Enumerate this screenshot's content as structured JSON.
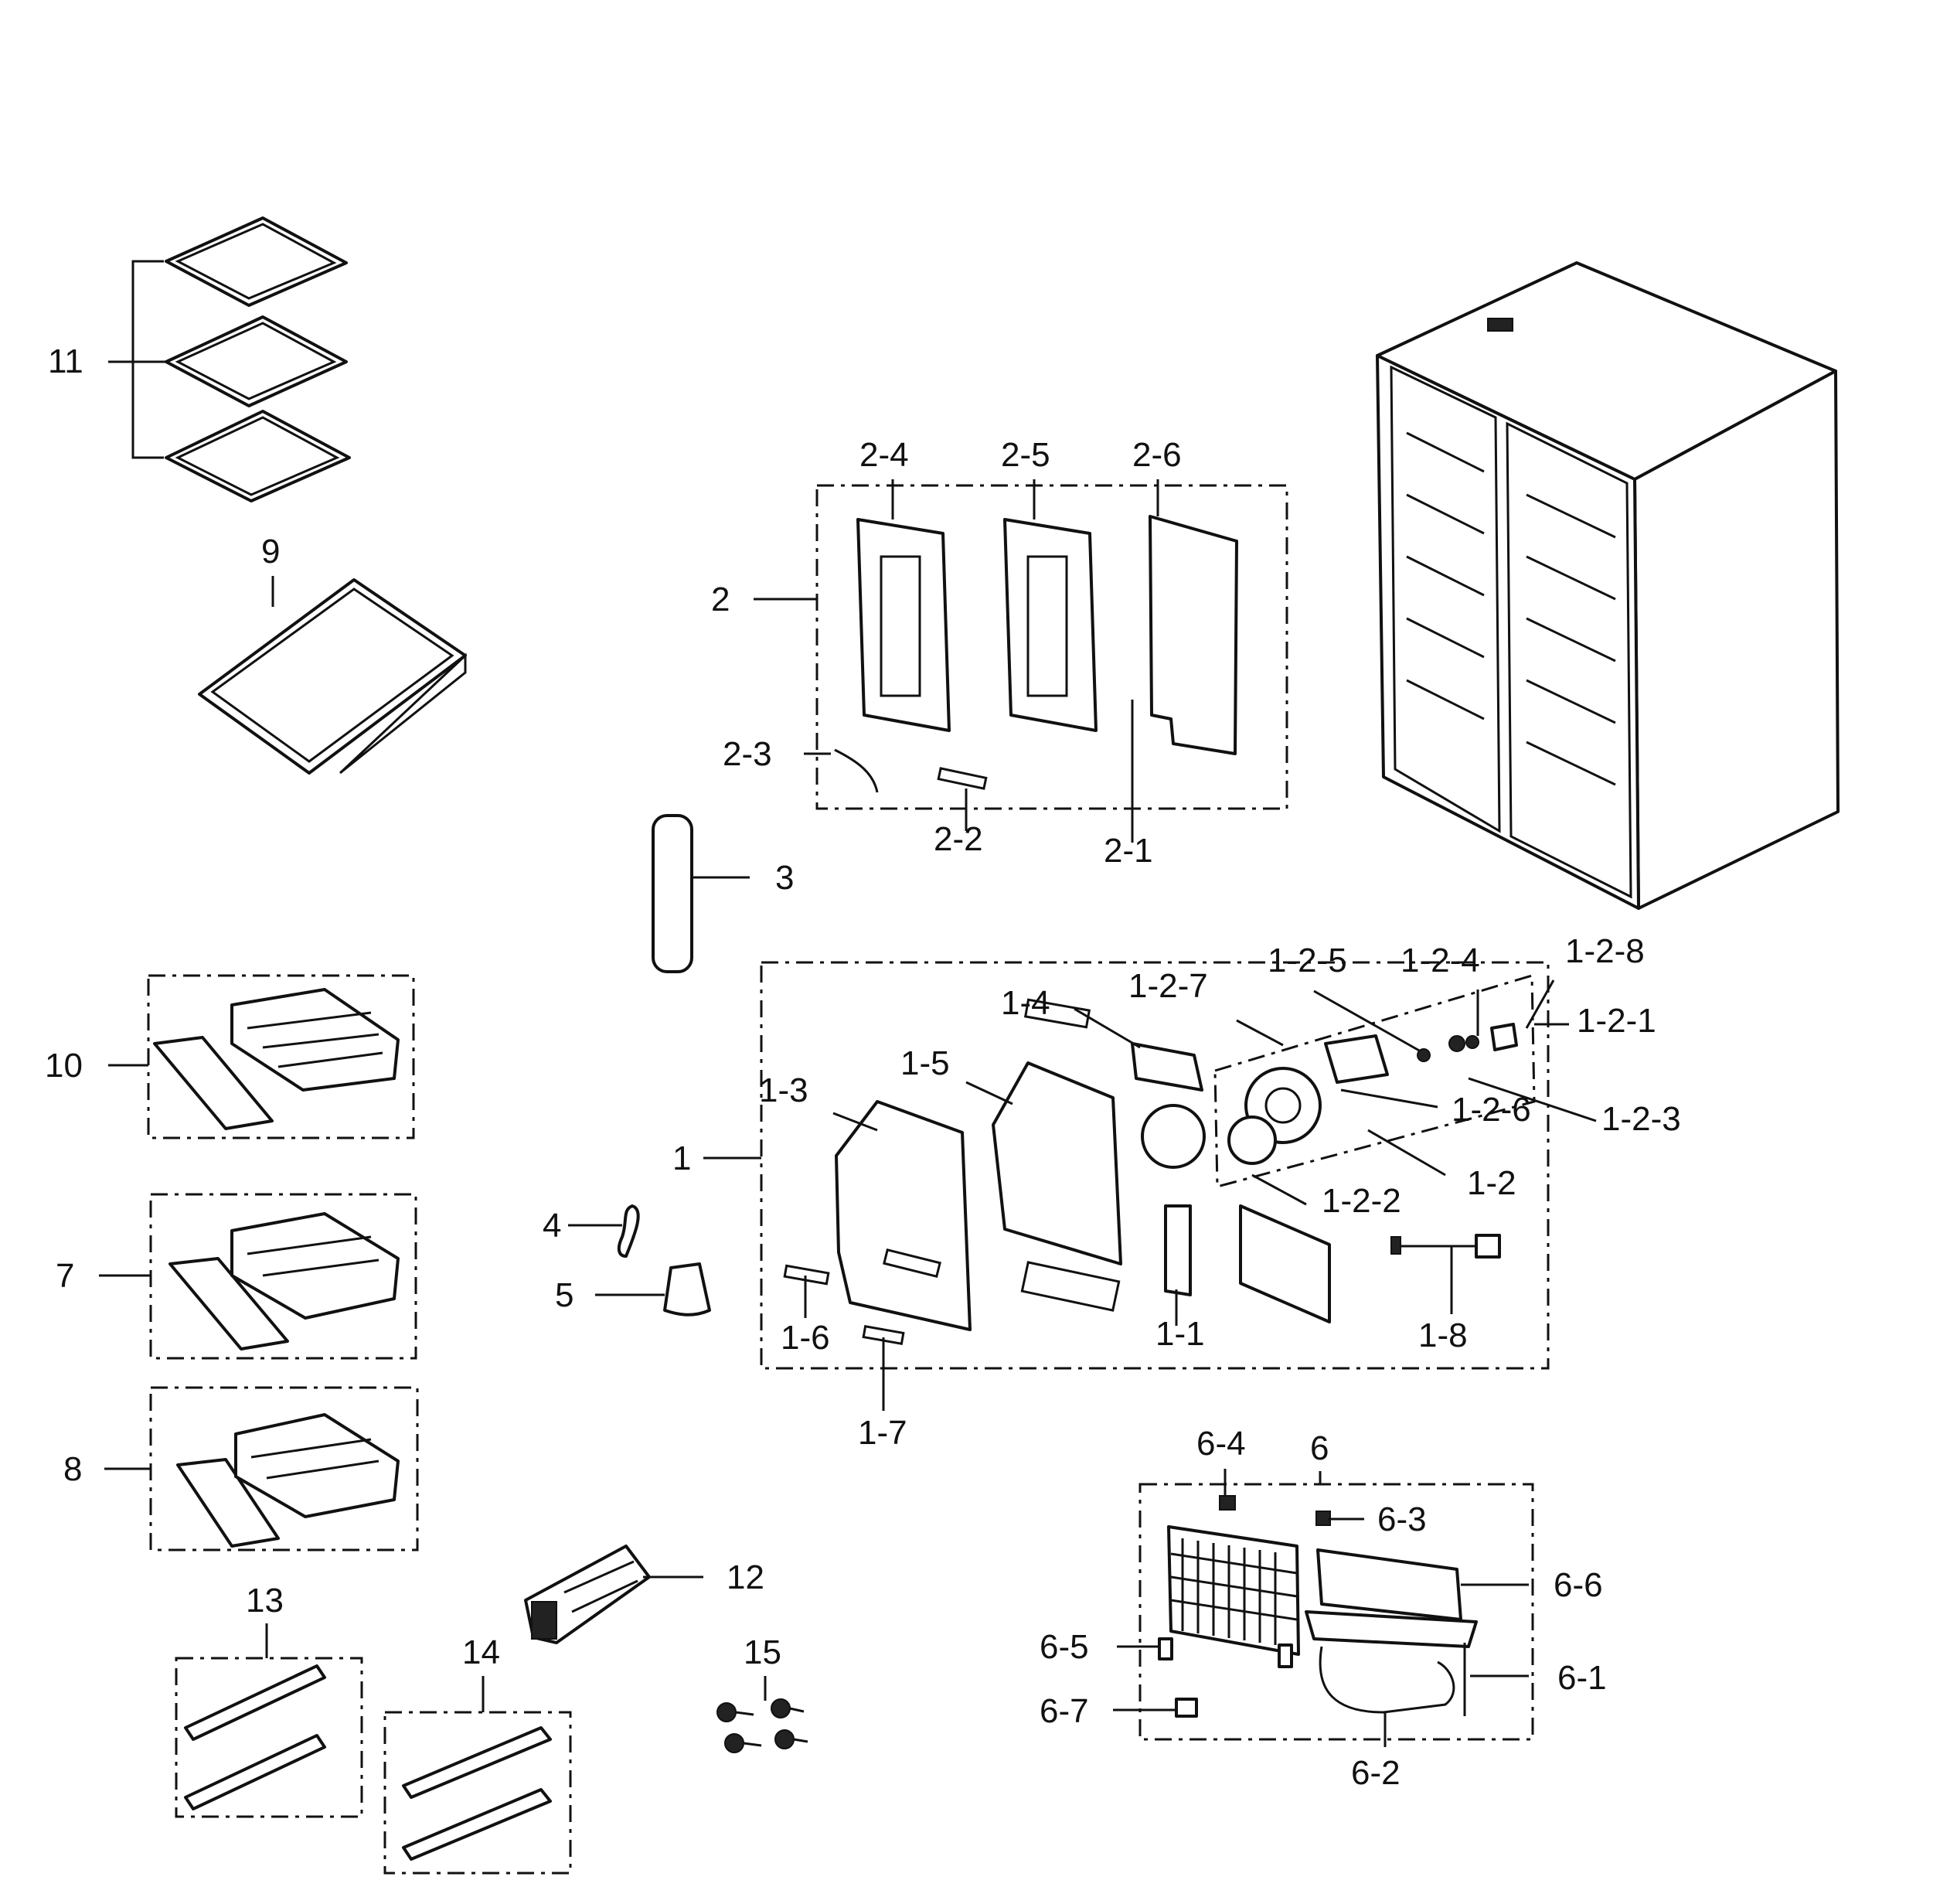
{
  "callouts": {
    "c11": "11",
    "c9": "9",
    "c10": "10",
    "c7": "7",
    "c8": "8",
    "c13": "13",
    "c14": "14",
    "c15": "15",
    "c12": "12",
    "c3": "3",
    "c4": "4",
    "c5": "5",
    "c2": "2",
    "c2_1": "2-1",
    "c2_2": "2-2",
    "c2_3": "2-3",
    "c2_4": "2-4",
    "c2_5": "2-5",
    "c2_6": "2-6",
    "c1": "1",
    "c1_1": "1-1",
    "c1_2": "1-2",
    "c1_3": "1-3",
    "c1_4": "1-4",
    "c1_5": "1-5",
    "c1_6": "1-6",
    "c1_7": "1-7",
    "c1_8": "1-8",
    "c1_2_1": "1-2-1",
    "c1_2_2": "1-2-2",
    "c1_2_3": "1-2-3",
    "c1_2_4": "1-2-4",
    "c1_2_5": "1-2-5",
    "c1_2_6": "1-2-6",
    "c1_2_7": "1-2-7",
    "c1_2_8": "1-2-8",
    "c6": "6",
    "c6_1": "6-1",
    "c6_2": "6-2",
    "c6_3": "6-3",
    "c6_4": "6-4",
    "c6_5": "6-5",
    "c6_6": "6-6",
    "c6_7": "6-7"
  }
}
